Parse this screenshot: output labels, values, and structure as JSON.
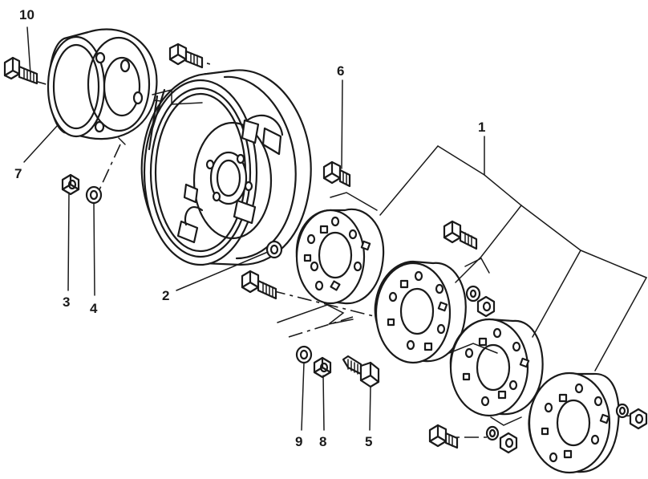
{
  "callouts": [
    {
      "id": "c1",
      "text": "1"
    },
    {
      "id": "c2",
      "text": "2"
    },
    {
      "id": "c3",
      "text": "3"
    },
    {
      "id": "c4",
      "text": "4"
    },
    {
      "id": "c5",
      "text": "5"
    },
    {
      "id": "c6",
      "text": "6"
    },
    {
      "id": "c7",
      "text": "7"
    },
    {
      "id": "c8",
      "text": "8"
    },
    {
      "id": "c9",
      "text": "9"
    },
    {
      "id": "c10",
      "text": "10"
    }
  ],
  "colors": {
    "ink": "#1a1a1a",
    "paper": "#ffffff"
  }
}
